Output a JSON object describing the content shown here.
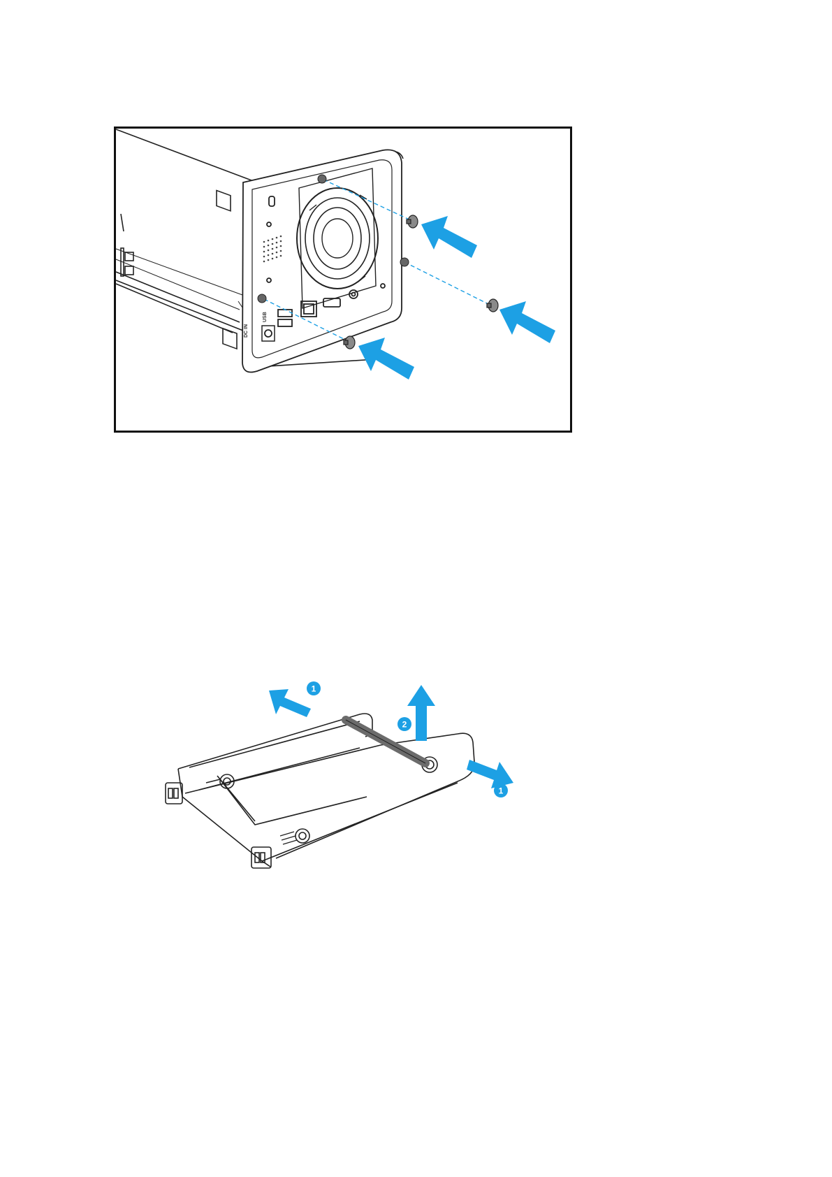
{
  "figure1": {
    "ports": {
      "dc_in": "DC IN",
      "usb": "USB"
    },
    "colors": {
      "arrow": "#1da0e4",
      "frame": "#111111",
      "line": "#222222",
      "screw": "#555555"
    }
  },
  "figure2": {
    "steps": [
      {
        "label": "1"
      },
      {
        "label": "2"
      },
      {
        "label": "1"
      }
    ],
    "colors": {
      "arrow": "#1da0e4",
      "badge": "#1da0e4",
      "rod": "#6b6b6b"
    }
  }
}
